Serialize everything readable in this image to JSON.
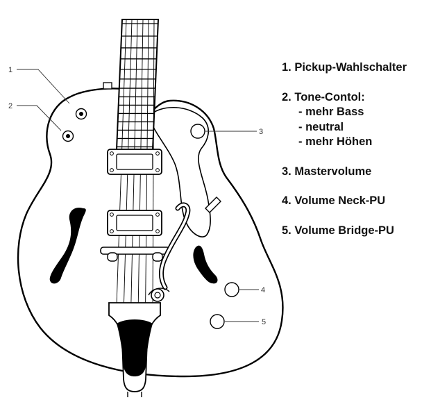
{
  "callouts": [
    {
      "number": "1"
    },
    {
      "number": "2"
    },
    {
      "number": "3"
    },
    {
      "number": "4"
    },
    {
      "number": "5"
    }
  ],
  "legend": {
    "items": [
      {
        "label": "1. Pickup-Wahlschalter",
        "sub": []
      },
      {
        "label": "2. Tone-Contol:",
        "sub": [
          "- mehr Bass",
          "- neutral",
          "- mehr Höhen"
        ]
      },
      {
        "label": "3. Mastervolume",
        "sub": []
      },
      {
        "label": "4. Volume Neck-PU",
        "sub": []
      },
      {
        "label": "5. Volume Bridge-PU",
        "sub": []
      }
    ]
  },
  "colors": {
    "outline": "#000000",
    "text": "#111111",
    "leader": "#333333",
    "fill": "#ffffff"
  }
}
